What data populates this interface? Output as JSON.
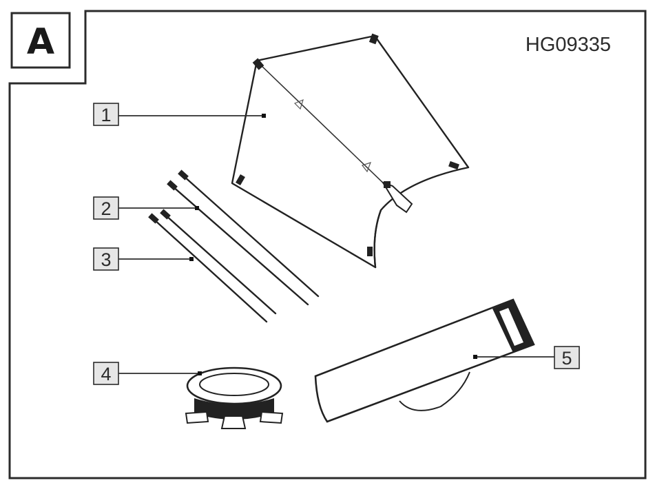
{
  "section_letter": "A",
  "model_code": "HG09335",
  "callouts": [
    {
      "number": "1",
      "part": "kite-sail"
    },
    {
      "number": "2",
      "part": "long-rods"
    },
    {
      "number": "3",
      "part": "short-rods"
    },
    {
      "number": "4",
      "part": "line-winder"
    },
    {
      "number": "5",
      "part": "storage-bag"
    }
  ]
}
